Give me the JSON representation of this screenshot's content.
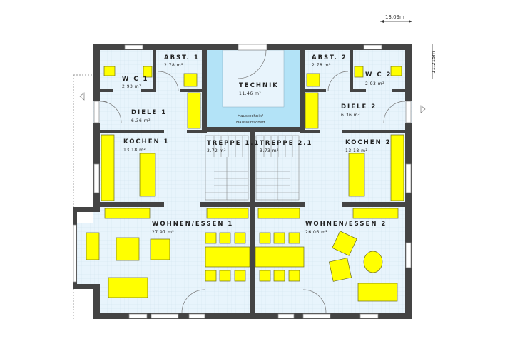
{
  "dimensions": {
    "width": "13.09m",
    "depth": "11.215m"
  },
  "rooms": {
    "wc1": {
      "name": "W C 1",
      "area": "2.93 m²"
    },
    "abst1": {
      "name": "ABST. 1",
      "area": "2.78 m²"
    },
    "technik": {
      "name": "TECHNIK",
      "area": "11.46 m²",
      "note1": "Haustechnik/",
      "note2": "Hauswirtschaft"
    },
    "abst2": {
      "name": "ABST. 2",
      "area": "2.78 m²"
    },
    "wc2": {
      "name": "W C 2",
      "area": "2.93 m²"
    },
    "diele1": {
      "name": "DIELE 1",
      "area": "6.36 m²"
    },
    "diele2": {
      "name": "DIELE 2",
      "area": "6.36 m²"
    },
    "kochen1": {
      "name": "KOCHEN 1",
      "area": "13.18 m²"
    },
    "kochen2": {
      "name": "KOCHEN 2",
      "area": "13.18 m²"
    },
    "treppe1": {
      "name": "TREPPE 1.1",
      "area": "3.72 m²"
    },
    "treppe2": {
      "name": "TREPPE 2.1",
      "area": "3.73 m²"
    },
    "wohnen1": {
      "name": "WOHNEN/ESSEN 1",
      "area": "27.97 m²"
    },
    "wohnen2": {
      "name": "WOHNEN/ESSEN 2",
      "area": "26.06 m²"
    }
  },
  "colors": {
    "wall": "#444444",
    "floor": "#e6f3fb",
    "technik": "#b3e3f7",
    "furniture": "#ffff00"
  }
}
